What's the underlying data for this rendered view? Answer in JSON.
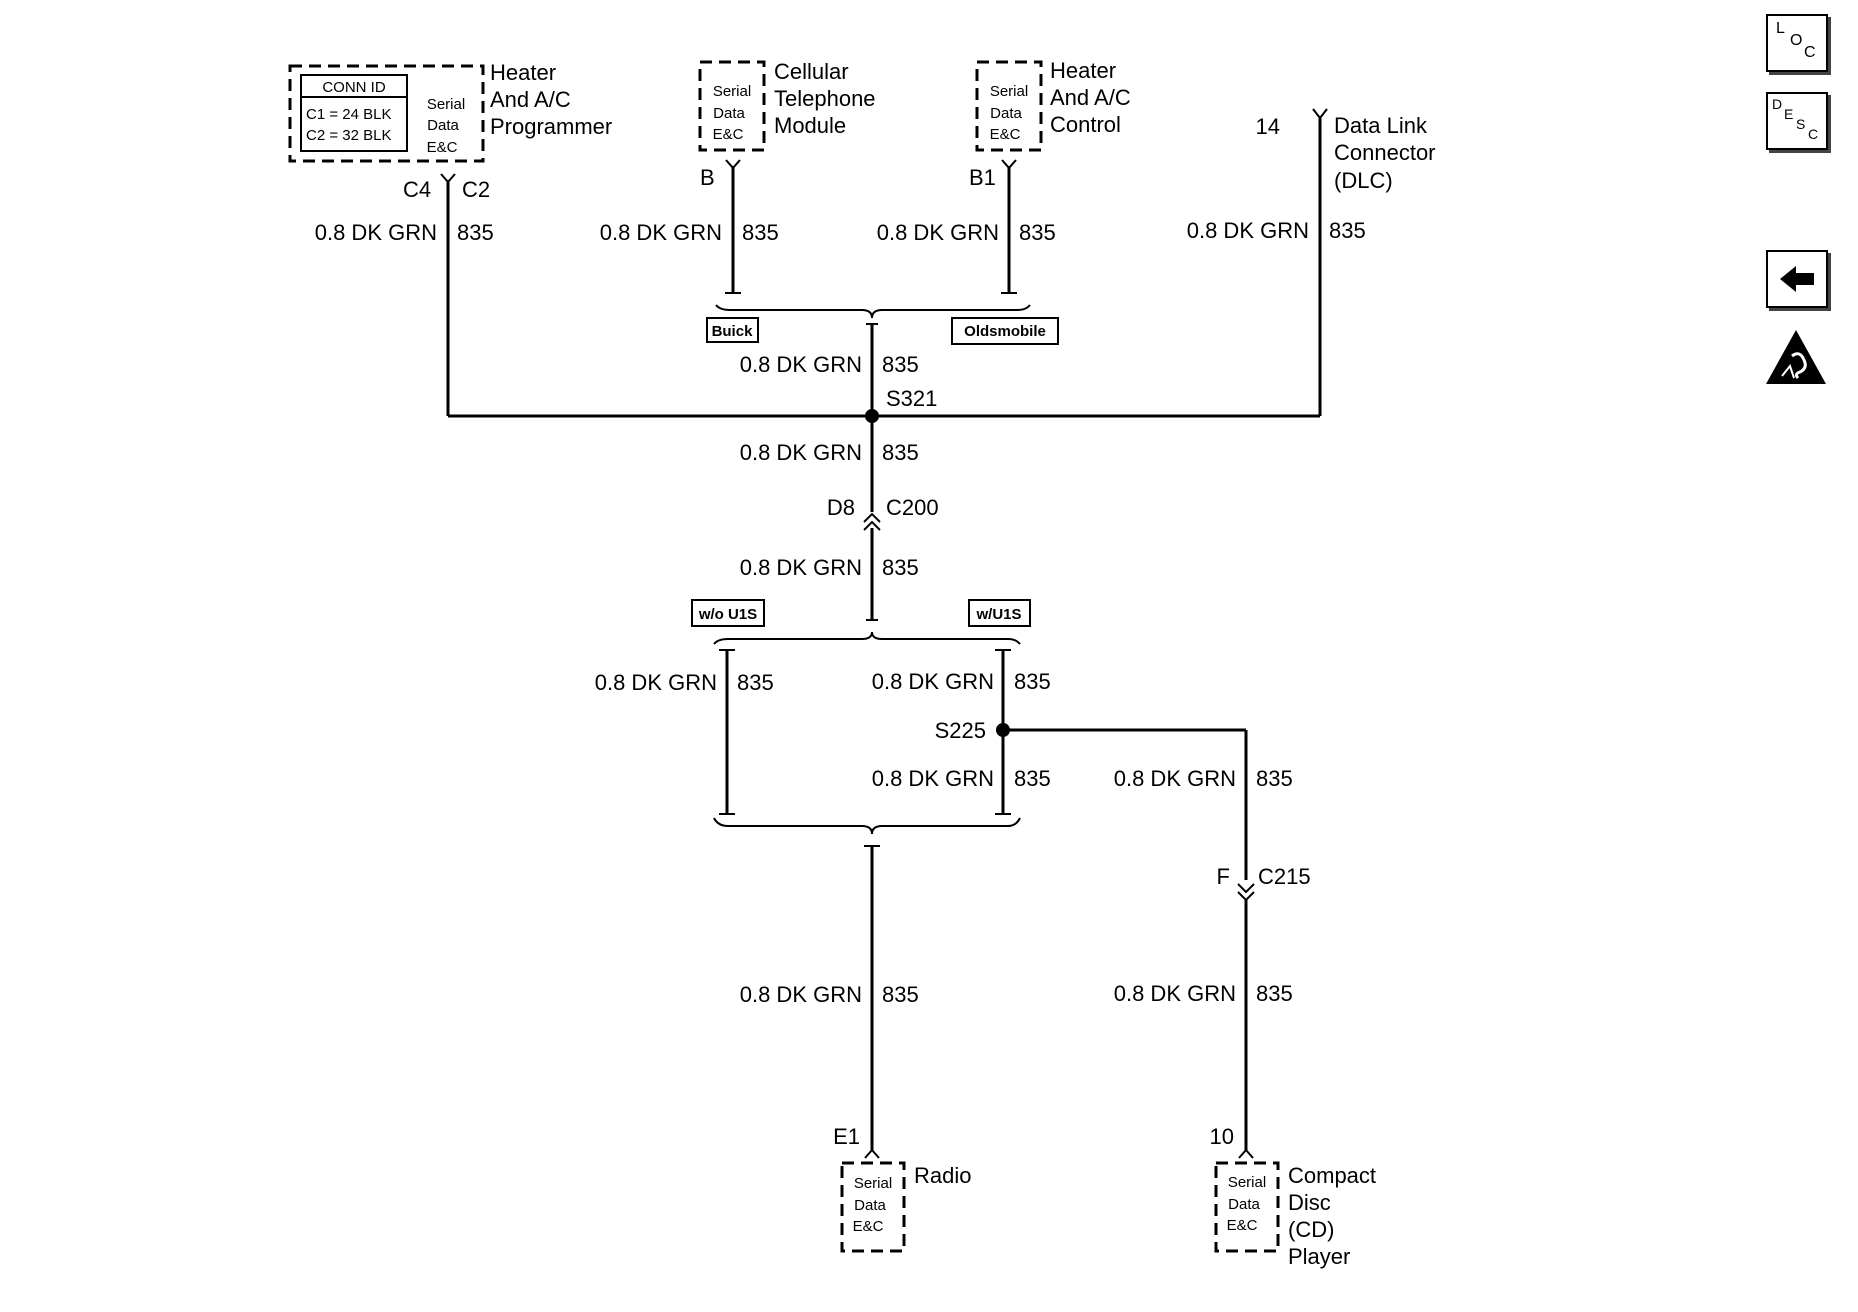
{
  "components": {
    "heater_ac_programmer": {
      "name": [
        "Heater",
        "And A/C",
        "Programmer"
      ],
      "serial_label": [
        "Serial",
        "Data",
        "E&C"
      ],
      "conn_id": {
        "title": "CONN ID",
        "rows": [
          "C1 = 24 BLK",
          "C2 = 32 BLK"
        ]
      },
      "pin_left": "C4",
      "pin_right": "C2"
    },
    "cellular_telephone_module": {
      "name": [
        "Cellular",
        "Telephone",
        "Module"
      ],
      "serial_label": [
        "Serial",
        "Data",
        "E&C"
      ],
      "pin": "B"
    },
    "heater_ac_control": {
      "name": [
        "Heater",
        "And A/C",
        "Control"
      ],
      "serial_label": [
        "Serial",
        "Data",
        "E&C"
      ],
      "pin": "B1"
    },
    "data_link_connector": {
      "name": [
        "Data Link",
        "Connector",
        "(DLC)"
      ],
      "pin": "14"
    },
    "radio": {
      "name": [
        "Radio"
      ],
      "serial_label": [
        "Serial",
        "Data",
        "E&C"
      ],
      "pin": "E1"
    },
    "cd_player": {
      "name": [
        "Compact",
        "Disc",
        "(CD)",
        "Player"
      ],
      "serial_label": [
        "Serial",
        "Data",
        "E&C"
      ],
      "pin": "10"
    }
  },
  "wire": {
    "gauge_color": "0.8 DK GRN",
    "circuit": "835"
  },
  "splices": {
    "s321": "S321",
    "s225": "S225"
  },
  "connectors": {
    "c200": {
      "name": "C200",
      "pin": "D8"
    },
    "c215": {
      "name": "C215",
      "pin": "F"
    }
  },
  "option_tags": {
    "buick": "Buick",
    "oldsmobile": "Oldsmobile",
    "without_u1s": "w/o U1S",
    "with_u1s": "w/U1S"
  },
  "side_icons": {
    "loc": [
      "L",
      "O",
      "C"
    ],
    "desc": [
      "D",
      "E",
      "S",
      "C"
    ],
    "back": "back-arrow-icon",
    "esd": "esd-warning-icon"
  }
}
